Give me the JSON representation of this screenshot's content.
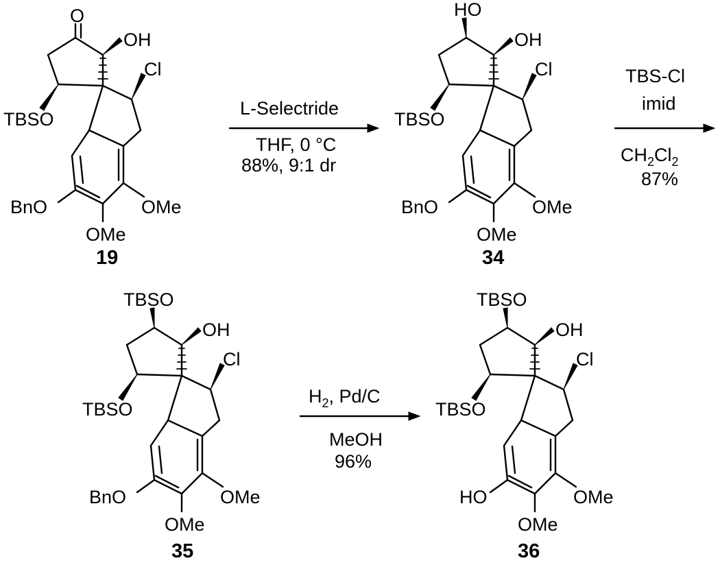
{
  "compounds": [
    {
      "id": "19",
      "labels": {
        "top": "O",
        "oh": "OH",
        "cl": "Cl",
        "otbs": "TBSO",
        "obn": "BnO",
        "ome_right": "OMe",
        "ome_bottom": "OMe"
      }
    },
    {
      "id": "34",
      "labels": {
        "top": "HO",
        "oh": "OH",
        "cl": "Cl",
        "otbs": "TBSO",
        "obn": "BnO",
        "ome_right": "OMe",
        "ome_bottom": "OMe"
      }
    },
    {
      "id": "35",
      "labels": {
        "top": "TBSO",
        "oh": "OH",
        "cl": "Cl",
        "otbs": "TBSO",
        "obn": "BnO",
        "ome_right": "OMe",
        "ome_bottom": "OMe"
      }
    },
    {
      "id": "36",
      "labels": {
        "top": "TBSO",
        "oh": "OH",
        "cl": "Cl",
        "otbs": "TBSO",
        "obn": "HO",
        "ome_right": "OMe",
        "ome_bottom": "OMe"
      }
    }
  ],
  "reactions": [
    {
      "above": "L-Selectride",
      "below_1": "THF, 0 °C",
      "below_2": "88%, 9:1 dr"
    },
    {
      "above_1": "TBS-Cl",
      "above_2": "imid",
      "below_1_main": "CH",
      "below_1_sub1": "2",
      "below_1_mid": "Cl",
      "below_1_sub2": "2",
      "below_2": "87%"
    },
    {
      "above_main": "H",
      "above_sub": "2",
      "above_rest": ", Pd/C",
      "below_1": "MeOH",
      "below_2": "96%"
    }
  ]
}
